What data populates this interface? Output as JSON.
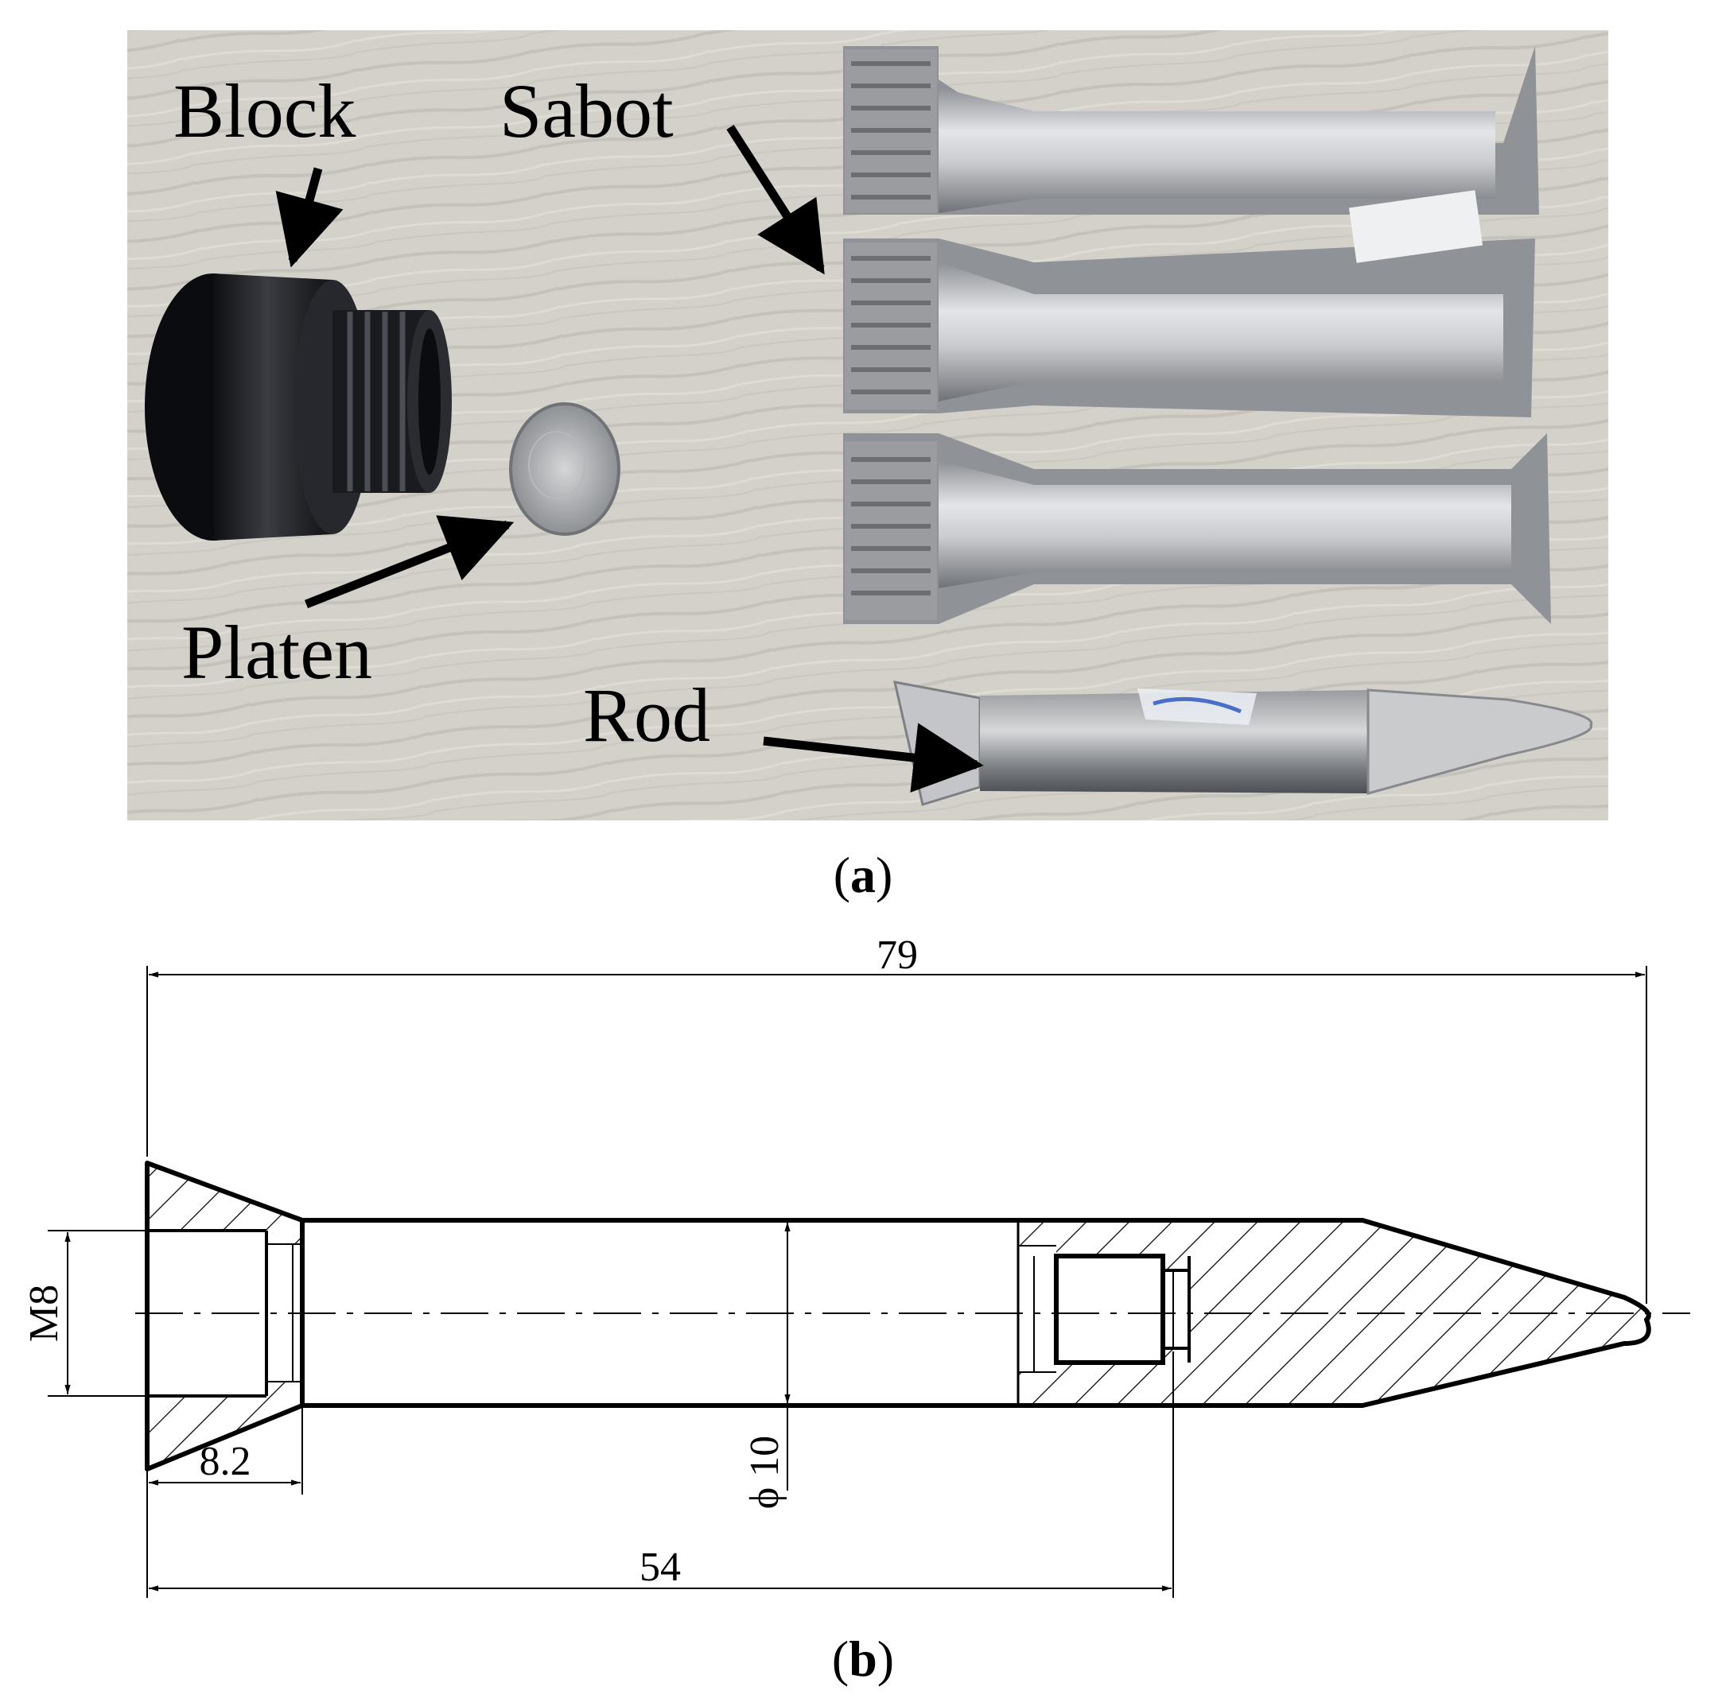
{
  "photo_panel": {
    "caption": {
      "open": "(",
      "letter": "a",
      "close": ")"
    },
    "labels": {
      "block": "Block",
      "sabot": "Sabot",
      "platen": "Platen",
      "rod": "Rod"
    },
    "colors": {
      "background": "#d2d0c8",
      "block_part": "#151619",
      "metal": "#b4b6b9"
    }
  },
  "drawing_panel": {
    "caption": {
      "open": "(",
      "letter": "b",
      "close": ")"
    },
    "dimensions": {
      "overall_length": "79",
      "thread": "M8",
      "cone_length": "8.2",
      "diameter": "ϕ 10",
      "thread_position": "54"
    }
  }
}
